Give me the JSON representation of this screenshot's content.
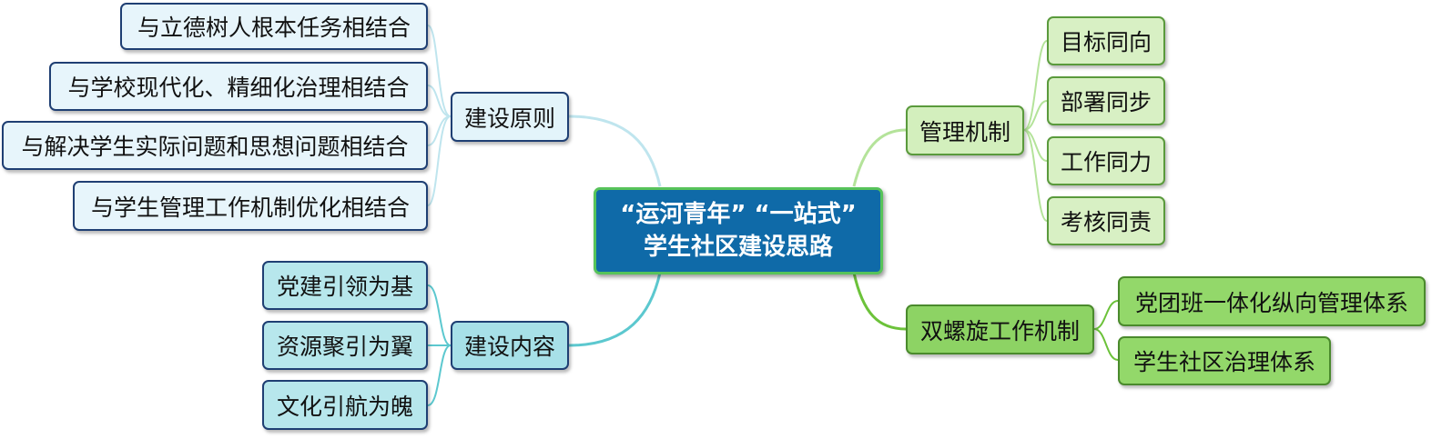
{
  "root": {
    "line1": "“运河青年” “一站式”",
    "line2": "学生社区建设思路"
  },
  "branches": {
    "principles": {
      "label": "建设原则",
      "items": [
        "与立德树人根本任务相结合",
        "与学校现代化、精细化治理相结合",
        "与解决学生实际问题和思想问题相结合",
        "与学生管理工作机制优化相结合"
      ]
    },
    "content": {
      "label": "建设内容",
      "items": [
        "党建引领为基",
        "资源聚引为翼",
        "文化引航为魄"
      ]
    },
    "management": {
      "label": "管理机制",
      "items": [
        "目标同向",
        "部署同步",
        "工作同力",
        "考核同责"
      ]
    },
    "double_helix": {
      "label": "双螺旋工作机制",
      "items": [
        "党团班一体化纵向管理体系",
        "学生社区治理体系"
      ]
    }
  },
  "colors": {
    "root_fill": "#0f6aa8",
    "root_border": "#57c35a",
    "principles_line": "#bfe5ee",
    "content_line": "#5cc8cf",
    "management_line": "#b4e39a",
    "double_helix_line": "#6cc23a"
  }
}
